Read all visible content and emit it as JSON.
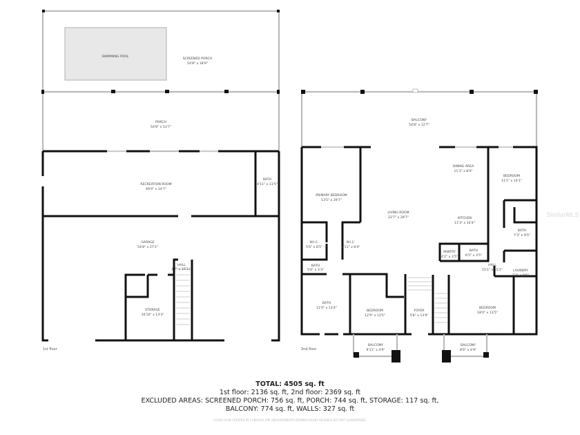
{
  "floor1": {
    "label": "1st floor",
    "rooms": {
      "swimming_pool": {
        "name": "SWIMMING POOL"
      },
      "screened_porch": {
        "name": "SCREENED PORCH",
        "dims": "54'8\" x 18'9\""
      },
      "porch": {
        "name": "PORCH",
        "dims": "54'8\" x 13'7\""
      },
      "recreation_room": {
        "name": "RECREATION ROOM",
        "dims": "49'4\" x 14'7\""
      },
      "bath": {
        "name": "BATH",
        "dims": "4'11\" x 11'5\""
      },
      "garage": {
        "name": "GARAGE",
        "dims": "54'8\" x 27'2\""
      },
      "hall": {
        "name": "HALL",
        "dims": "3'7\" x 16'11\""
      },
      "storage": {
        "name": "STORAGE",
        "dims": "10'10\" x 13'3\""
      }
    }
  },
  "floor2": {
    "label": "2nd floor",
    "rooms": {
      "balcony_top": {
        "name": "BALCONY",
        "dims": "54'8\" x 12'7\""
      },
      "primary_bedroom": {
        "name": "PRIMARY BEDROOM",
        "dims": "13'5\" x 29'7\""
      },
      "living_room": {
        "name": "LIVING ROOM",
        "dims": "22'7\" x 29'7\""
      },
      "dining_area": {
        "name": "DINING AREA",
        "dims": "11'3\" x 8'0\""
      },
      "kitchen": {
        "name": "KITCHEN",
        "dims": "11'3\" x 14'4\""
      },
      "bedroom_ne": {
        "name": "BEDROOM",
        "dims": "11'1\" x 14'1\""
      },
      "bath_e": {
        "name": "BATH",
        "dims": "7'3\" x 9'5\""
      },
      "wic_1": {
        "name": "W.I.C.",
        "dims": "5'6\" x 8'5\""
      },
      "wic_2": {
        "name": "W.I.C.",
        "dims": "3'11\" x 8'4\""
      },
      "pantry": {
        "name": "PANTRY",
        "dims": "4'2\" x 3'5\""
      },
      "bath_small": {
        "name": "BATH",
        "dims": "6'5\" x 3'5\""
      },
      "bath_w_small": {
        "name": "BATH",
        "dims": "5'6\" x 3'3\""
      },
      "hall": {
        "name": "HALL",
        "dims": "15'1\" x 15'2\""
      },
      "laundry": {
        "name": "LAUNDRY",
        "dims": "7'3\" x 8'6\""
      },
      "bath_w": {
        "name": "BATH",
        "dims": "11'0\" x 13'4\""
      },
      "bedroom_s": {
        "name": "BEDROOM",
        "dims": "12'9\" x 13'5\""
      },
      "foyer": {
        "name": "FOYER",
        "dims": "5'8\" x 13'9\""
      },
      "bedroom_se": {
        "name": "BEDROOM",
        "dims": "18'0\" x 13'5\""
      },
      "balcony_sw": {
        "name": "BALCONY",
        "dims": "9'11\" x 4'9\""
      },
      "balcony_se": {
        "name": "BALCONY",
        "dims": "8'6\" x 4'9\""
      }
    }
  },
  "summary": {
    "total": "TOTAL: 4505 sq. ft",
    "floors": "1st floor: 2136 sq. ft, 2nd floor: 2369 sq. ft",
    "excluded_1": "EXCLUDED AREAS: SCREENED PORCH: 756 sq. ft, PORCH: 744 sq. ft, STORAGE: 117 sq. ft,",
    "excluded_2": "BALCONY: 774 sq. ft, WALLS: 327 sq. ft",
    "disclaimer": "FLOOR PLAN CREATED BY CUBICASA APP. MEASUREMENTS DEEMED HIGHLY RELIABLE BUT NOT GUARANTEED."
  },
  "watermark": "StellarMLS"
}
